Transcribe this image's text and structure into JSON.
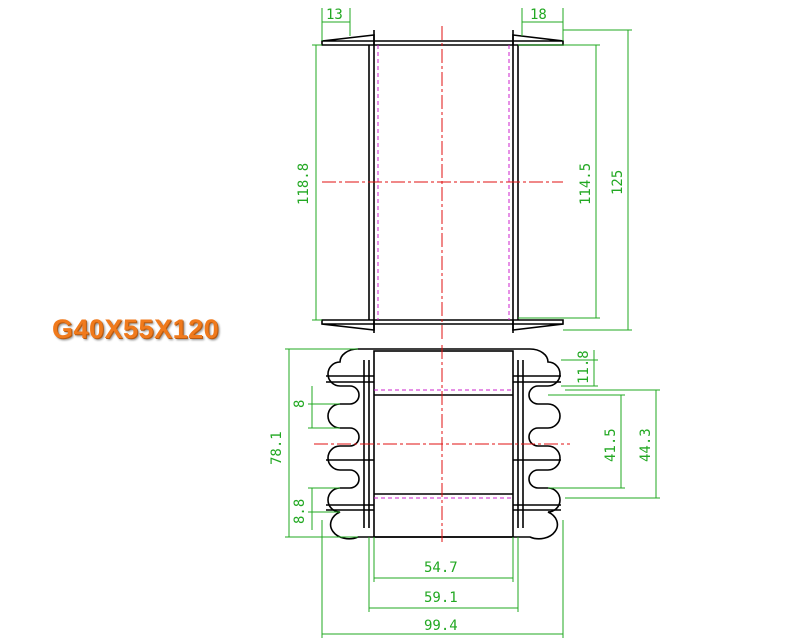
{
  "title": "G40X55X120",
  "colors": {
    "outline": "#000000",
    "dimension": "#22a822",
    "centerline": "#e01010",
    "hidden": "#cc22cc",
    "title": "#f07a1c"
  },
  "dimensions": {
    "flange_left_width": "13",
    "flange_right_width": "18",
    "inner_height_left": "118.8",
    "inner_height_right": "114.5",
    "overall_height": "125",
    "slot_width": "8",
    "bottom_slot_width": "8.8",
    "overall_width_end": "78.1",
    "end_flange_top": "11.8",
    "window_height": "41.5",
    "window_outer": "44.3",
    "inner_core_width": "54.7",
    "core_width": "59.1",
    "overall_length": "99.4"
  }
}
